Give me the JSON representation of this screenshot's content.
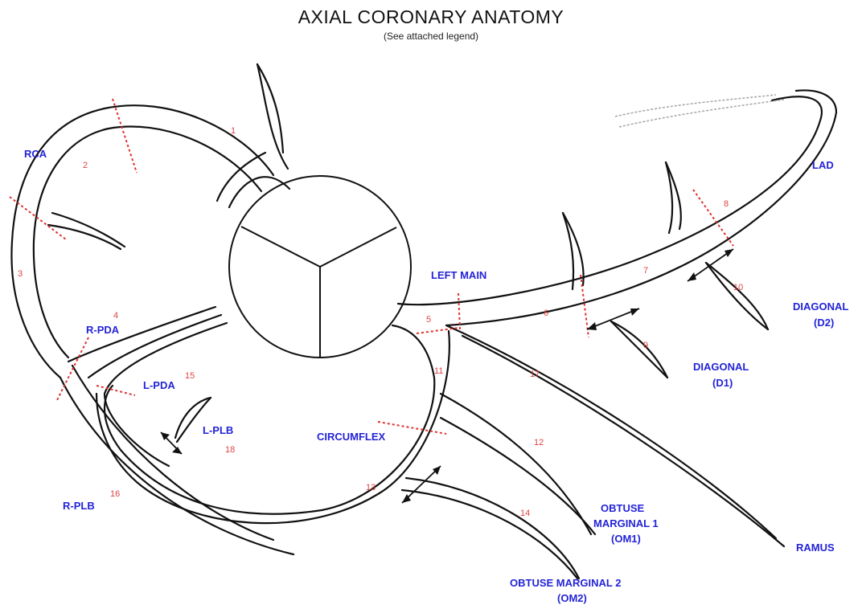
{
  "title": "AXIAL CORONARY ANATOMY",
  "subtitle": "(See attached legend)",
  "labels": {
    "rca": "RCA",
    "lad": "LAD",
    "left_main": "LEFT MAIN",
    "r_pda": "R-PDA",
    "l_pda": "L-PDA",
    "l_plb": "L-PLB",
    "circumflex": "CIRCUMFLEX",
    "r_plb": "R-PLB",
    "diagonal_d2_line1": "DIAGONAL",
    "diagonal_d2_line2": "(D2)",
    "diagonal_d1_line1": "DIAGONAL",
    "diagonal_d1_line2": "(D1)",
    "om1_line1": "OBTUSE",
    "om1_line2": "MARGINAL 1",
    "om1_line3": "(OM1)",
    "ramus": "RAMUS",
    "om2_line1": "OBTUSE MARGINAL 2",
    "om2_line2": "(OM2)"
  },
  "segments": {
    "s1": "1",
    "s2": "2",
    "s3": "3",
    "s4": "4",
    "s5": "5",
    "s6": "6",
    "s7": "7",
    "s8": "8",
    "s9": "9",
    "s10": "10",
    "s11": "11",
    "s12": "12",
    "s13": "13",
    "s14": "14",
    "s15": "15",
    "s16": "16",
    "s17": "17",
    "s18": "18"
  },
  "colors": {
    "label": "#2323d8",
    "segment_number": "#dd4444",
    "cut_line": "#e03030",
    "vessel": "#111111"
  }
}
